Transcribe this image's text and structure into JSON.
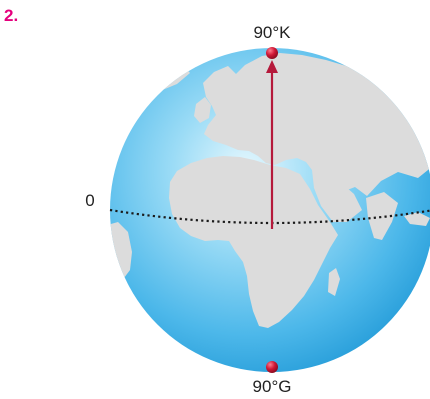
{
  "figure": {
    "number_label": "2.",
    "north_label": "90°K",
    "south_label": "90°G",
    "equator_label": "0"
  },
  "colors": {
    "number": "#e5007d",
    "ocean_light": "#d8f3fc",
    "ocean_mid": "#6bc9ef",
    "ocean_dark": "#1e9ad8",
    "land": "#dcdcdc",
    "pole_marker": "#c4122f",
    "arrow": "#b5193b",
    "equator": "#1a1a1a",
    "text": "#222222"
  }
}
